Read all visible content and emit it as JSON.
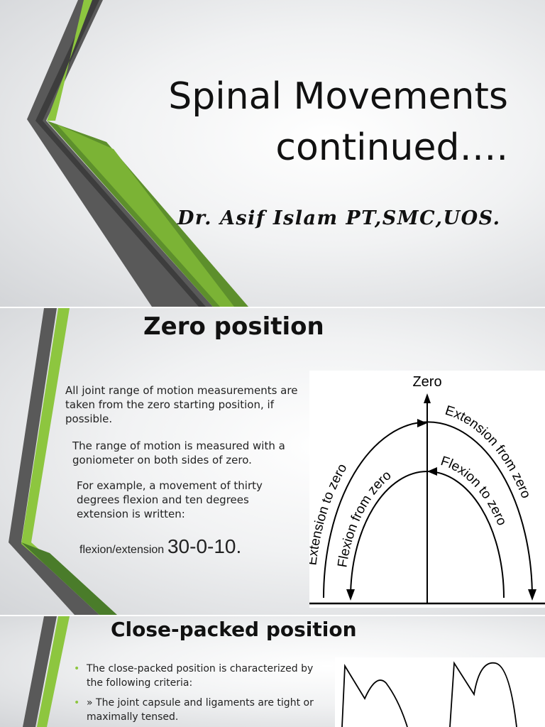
{
  "slide1": {
    "title_line1": "Spinal Movements",
    "title_line2": "continued….",
    "author": "Dr. Asif Islam PT,SMC,UOS."
  },
  "slide2": {
    "title": "Zero position",
    "para1": "All joint range of motion measurements are taken from the zero starting position, if possible.",
    "para2": "The range of motion is measured with a goniometer on both sides of zero.",
    "para3": "For example, a movement of thirty degrees flexion and ten degrees extension is written:",
    "notation_label": "flexion/extension",
    "notation_value": "30-0-10.",
    "diagram": {
      "zero": "Zero",
      "extension_to_zero": "Extension to zero",
      "flexion_from_zero": "Flexion from zero",
      "extension_from_zero": "Extension from zero",
      "flexion_to_zero": "Flexion to zero"
    }
  },
  "slide3": {
    "title": "Close-packed position",
    "bullets": [
      "The close-packed position is characterized by the following criteria:",
      "» The joint capsule and ligaments are tight or maximally tensed."
    ]
  },
  "colors": {
    "green": "#8dc63f",
    "dark_green": "#4a7c2a",
    "gray": "#595959",
    "dark_gray": "#3a3a3a"
  }
}
